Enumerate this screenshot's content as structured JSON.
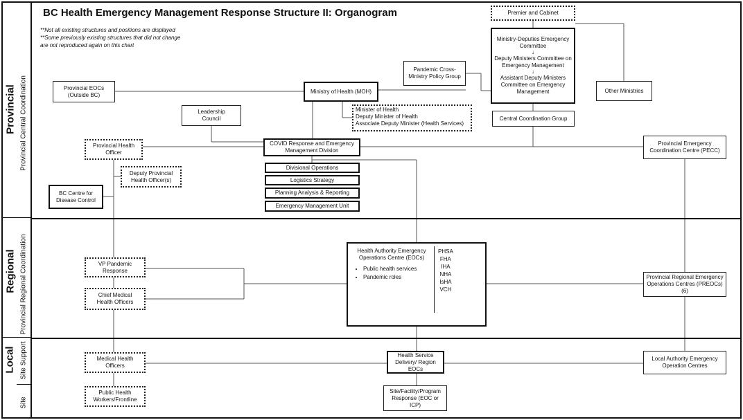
{
  "title": "BC Health Emergency Management Response Structure II: Organogram",
  "notes": [
    "**Not all existing structures and positions are displayed",
    "**Some previously existing structures that did not change",
    "are not reproduced again on this chart"
  ],
  "sections": {
    "provincial": {
      "label": "Provincial",
      "sublabel": "Provincial Central Coordination"
    },
    "regional": {
      "label": "Regional",
      "sublabel": "Provincial Regional Coordination"
    },
    "local": {
      "label": "Local",
      "sublabel_site_support": "Site Support",
      "sublabel_site": "Site"
    }
  },
  "nodes": {
    "premier": "Premier and Cabinet",
    "ministry_deputies": "Ministry-Deputies Emergency Committee",
    "arrow": "↓",
    "deputy_ministers": "Deputy Ministers Committee on Emergency Management",
    "assistant_deputy": "Assistant Deputy Ministers Committee on Emergency Management",
    "other_ministries": "Other Ministries",
    "pandemic_policy": "Pandemic Cross-Ministry Policy Group",
    "provincial_eocs": "Provincial EOCs (Outside BC)",
    "moh": "Ministry of Health (MOH)",
    "minister_lines": [
      "Minister of Health",
      "Deputy Minister of Health",
      "Associate Deputy Minister (Health Services)"
    ],
    "leadership": "Leadership Council",
    "central_coord": "Central Coordination Group",
    "pho": "Provincial Health Officer",
    "covid_division": "COVID Response and Emergency Management Division",
    "pecc": "Provincial Emergency Coordination Centre (PECC)",
    "deputy_pho": "Deputy Provincial Health Officer(s)",
    "divisional_ops": "Divisional Operations",
    "logistics": "Logistics Strategy",
    "planning": "Planning Analysis & Reporting",
    "emu": "Emergency Management Unit",
    "bccdc": "BC Centre for Disease Control",
    "heoc": {
      "label": "Health Authority Emergency Operations Centre (EOCs)",
      "bullets": [
        "Public health services",
        "Pandemic roles"
      ],
      "authorities": [
        "PHSA",
        "FHA",
        "IHA",
        "NHA",
        "IsHA",
        "VCH"
      ]
    },
    "vp_pandemic": "VP Pandemic Response",
    "chief_mho": "Chief Medical Health Officers",
    "preocs": "Provincial Regional Emergency Operations Centres (PREOCs) (6)",
    "mho": "Medical Health Officers",
    "hsd": "Health Service Delivery/ Region EOCs",
    "local_authority": "Local Authority Emergency Operation Centres",
    "public_health_workers": "Public Health Workers/Frontline",
    "site_response": "Site/Facility/Program Response (EOC or ICP)"
  }
}
